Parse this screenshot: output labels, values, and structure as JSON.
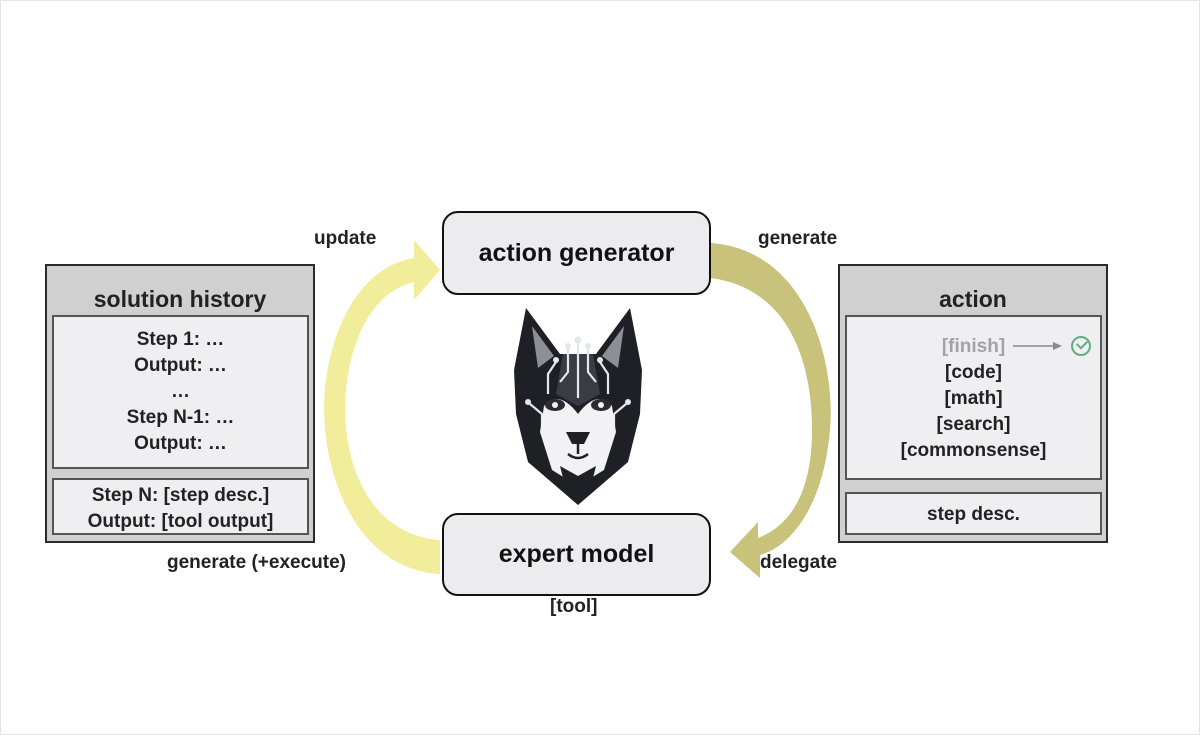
{
  "nodes": {
    "action_generator": "action generator",
    "expert_model": "expert model"
  },
  "solution_history": {
    "title": "solution history",
    "steps": [
      "Step 1: …",
      "Output: …",
      "…",
      "Step N-1: …",
      "Output: …"
    ],
    "current": [
      "Step N: [step desc.]",
      "Output: [tool output]"
    ]
  },
  "action": {
    "title": "action",
    "finish": "[finish]",
    "options": [
      "[code]",
      "[math]",
      "[search]",
      "[commonsense]"
    ],
    "step_desc": "step desc."
  },
  "edges": {
    "update": "update",
    "generate": "generate",
    "delegate": "delegate",
    "generate_execute": "generate (+execute)",
    "tool": "[tool]"
  },
  "colors": {
    "left_arrow": "#f1ed9b",
    "right_arrow": "#c8c27a",
    "check": "#5db07f",
    "panel": "#d0d0d0",
    "inner": "#efeff1"
  },
  "icons": {
    "center_logo": "husky-circuit-logo",
    "finish_marker": "check-circle-icon"
  }
}
